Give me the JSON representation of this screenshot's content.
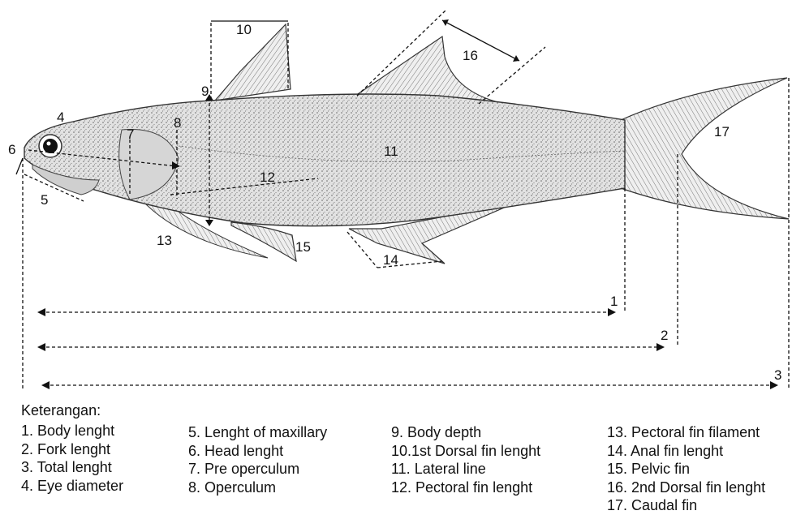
{
  "callouts": {
    "n1": "1",
    "n2": "2",
    "n3": "3",
    "n4": "4",
    "n5": "5",
    "n6": "6",
    "n7": "7",
    "n8": "8",
    "n9": "9",
    "n10": "10",
    "n11": "11",
    "n12": "12",
    "n13": "13",
    "n14": "14",
    "n15": "15",
    "n16": "16",
    "n17": "17"
  },
  "legend": {
    "title": "Keterangan:",
    "col1": [
      "1. Body lenght",
      "2. Fork lenght",
      "3. Total lenght",
      "4. Eye diameter"
    ],
    "col2": [
      "5. Lenght of maxillary",
      "6. Head lenght",
      "7. Pre operculum",
      "8. Operculum"
    ],
    "col3": [
      "9. Body depth",
      "10.1st Dorsal fin lenght",
      "11. Lateral line",
      "12. Pectoral fin lenght"
    ],
    "col4": [
      "13. Pectoral fin filament",
      "14. Anal fin lenght",
      "15. Pelvic fin",
      "16. 2nd Dorsal fin lenght",
      "17. Caudal fin"
    ]
  }
}
